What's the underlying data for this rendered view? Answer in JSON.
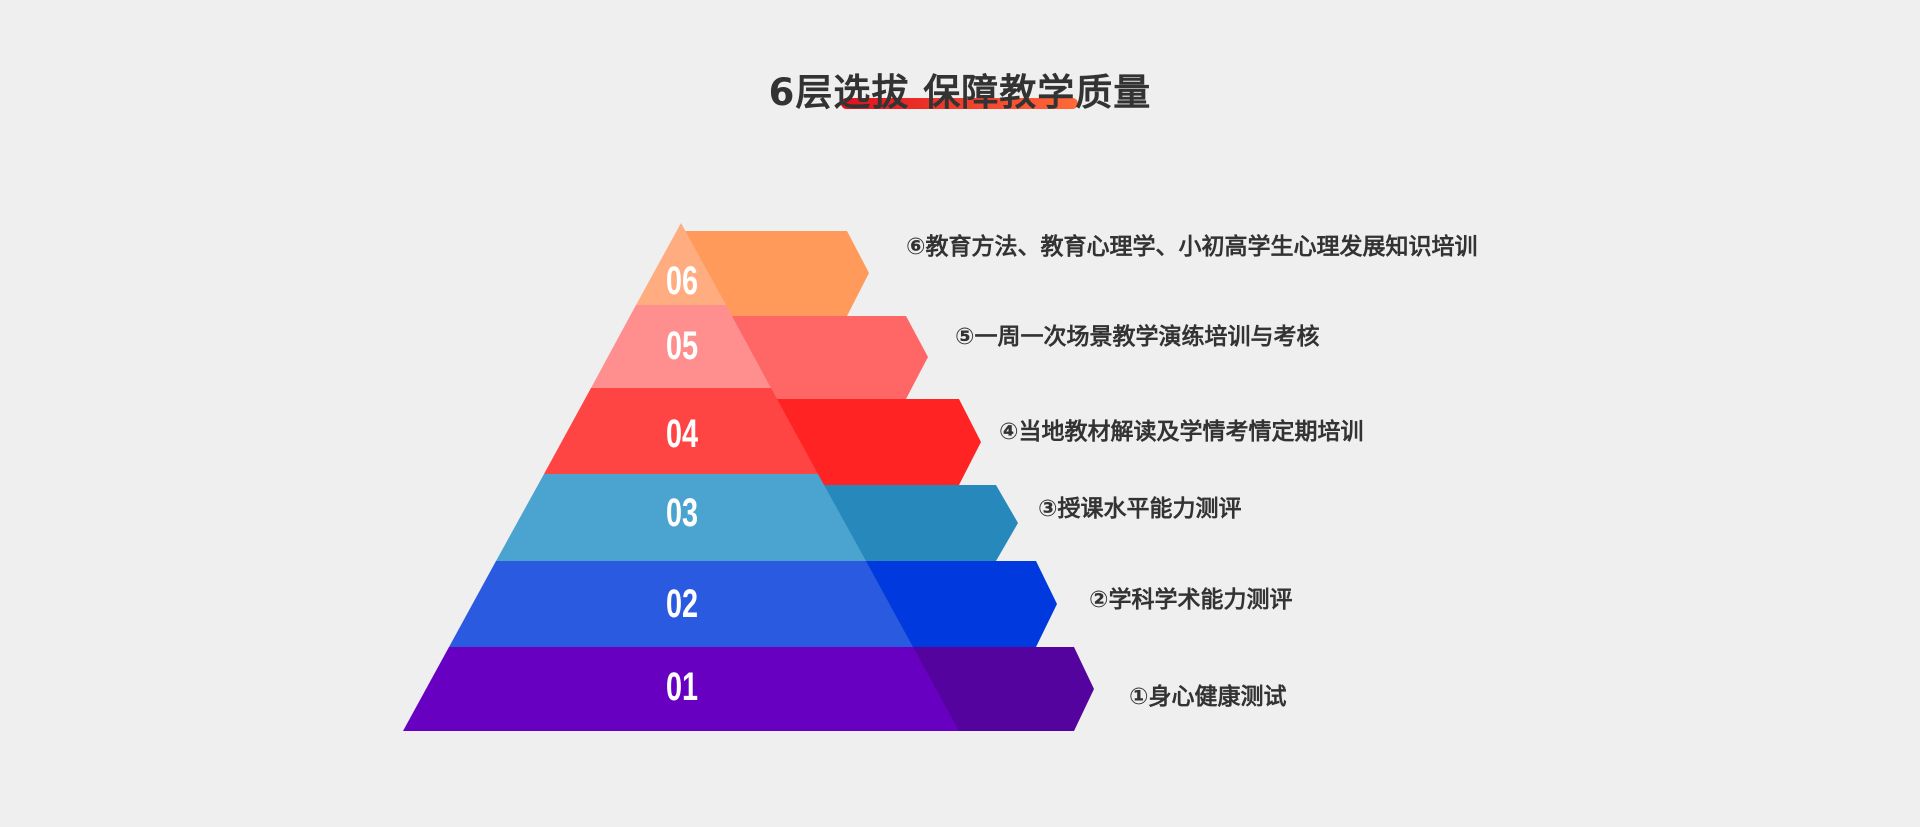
{
  "title": "6层选拔 保障教学质量",
  "colors": {
    "accent_start": "#e0101e",
    "accent_end": "#ff6a3a"
  },
  "levels": [
    {
      "number": "01",
      "label": "①身心健康测试",
      "front_color": "#6800c2",
      "side_color": "#55039e"
    },
    {
      "number": "02",
      "label": "②学科学术能力测评",
      "front_color": "#2a5ae0",
      "side_color": "#0039dd"
    },
    {
      "number": "03",
      "label": "③授课水平能力测评",
      "front_color": "#4ba3d0",
      "side_color": "#2788bb"
    },
    {
      "number": "04",
      "label": "④当地教材解读及学情考情定期培训",
      "front_color": "#ff4444",
      "side_color": "#ff2323"
    },
    {
      "number": "05",
      "label": "⑤一周一次场景教学演练培训与考核",
      "front_color": "#ff8e8e",
      "side_color": "#ff6666"
    },
    {
      "number": "06",
      "label": "⑥教育方法、教育心理学、小初高学生心理发展知识培训",
      "front_color": "#ffad80",
      "side_color": "#ff9a5a"
    }
  ]
}
